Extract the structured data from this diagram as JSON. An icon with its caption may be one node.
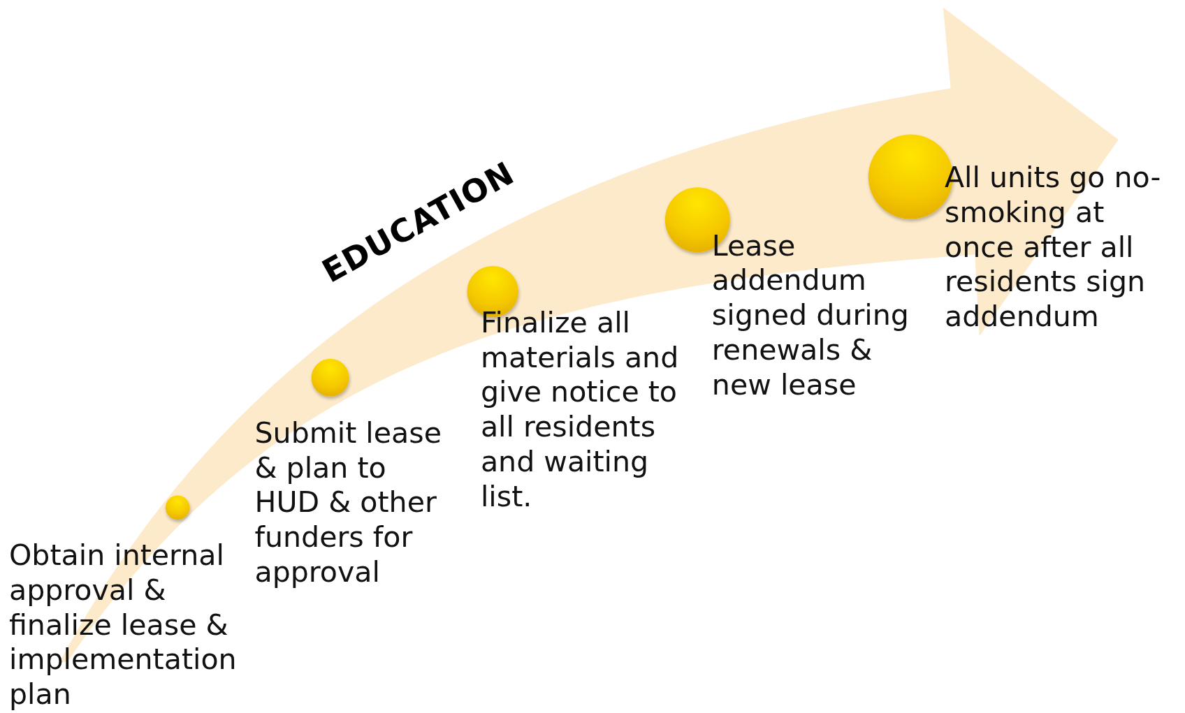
{
  "diagram": {
    "nodes": [
      {
        "text": [
          "EDUCATION"
        ]
      },
      {
        "text": [],
        "shape": "circle",
        "in": 0,
        "beside": [
          "Obtain internal approval & finalize lease & implementation plan"
        ]
      },
      {
        "text": [],
        "shape": "circle",
        "in": 0,
        "beside": [
          "Submit lease & plan to HUD & other funders for approval"
        ]
      },
      {
        "text": [],
        "shape": "circle",
        "in": 0,
        "beside": [
          "Finalize all materials and give notice to all residents and waiting list."
        ]
      },
      {
        "text": [],
        "shape": "circle",
        "in": 0,
        "beside": [
          "Lease addendum signed during renewals & new lease"
        ]
      },
      {
        "text": [],
        "shape": "circle",
        "in": 0,
        "beside": [
          "All units go no-smoking at once after all residents sign addendum"
        ]
      }
    ]
  }
}
